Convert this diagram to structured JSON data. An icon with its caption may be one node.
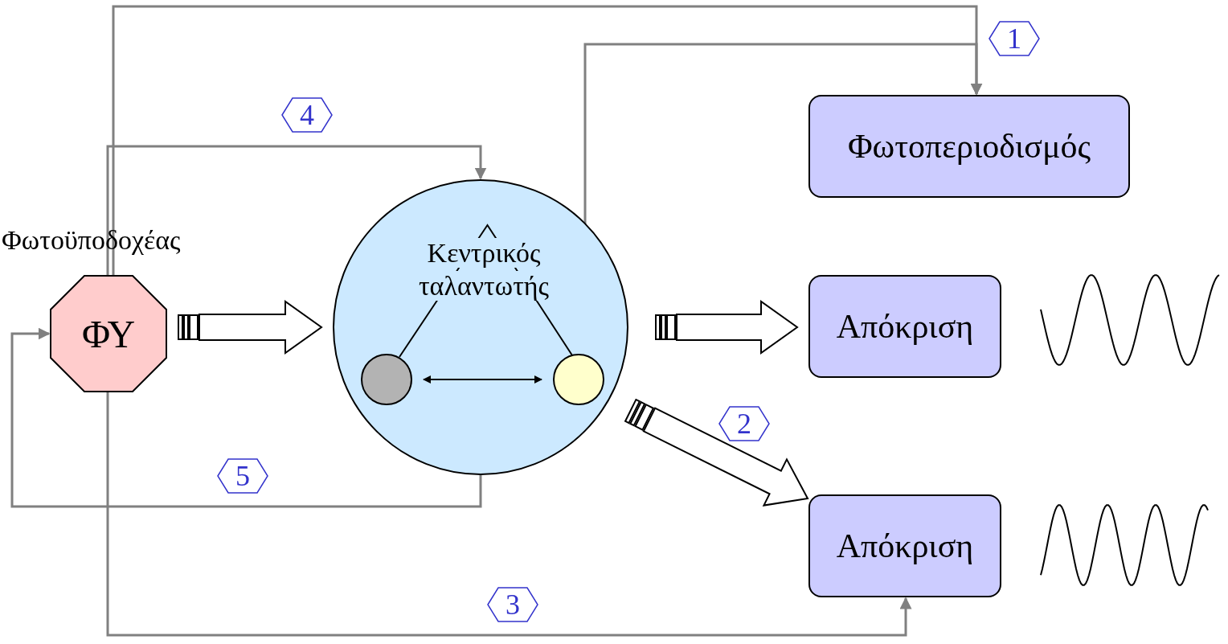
{
  "diagram": {
    "nodes": [
      {
        "text": [
          "Φωτοϋποδοχέας",
          "ΦΥ"
        ]
      },
      {
        "text": [
          "Κεντρικός ταλαντωτής"
        ]
      },
      {
        "text": [],
        "shape": "circle",
        "in": 1
      },
      {
        "text": [],
        "shape": "circle",
        "in": 1
      },
      {
        "text": [
          "Φωτοπεριοδισμός"
        ]
      },
      {
        "text": [
          "Απόκριση"
        ]
      },
      {
        "text": [
          "Απόκριση"
        ]
      },
      {
        "text": [
          "1"
        ]
      },
      {
        "text": [
          "4"
        ]
      },
      {
        "text": [
          "2"
        ]
      },
      {
        "text": [
          "5"
        ]
      },
      {
        "text": [
          "3"
        ]
      }
    ],
    "edges": [
      {
        "from": 0,
        "to": 1,
        "arrow": "to",
        "style": "thick",
        "color": "#000000"
      },
      {
        "from": 1,
        "to": 5,
        "arrow": "to",
        "style": "thick",
        "color": "#000000"
      },
      {
        "from": 1,
        "to": 6,
        "arrow": "to",
        "style": "thick",
        "color": "#000000"
      },
      {
        "from": 2,
        "to": 3,
        "arrow": "both",
        "color": "#000000"
      },
      {
        "from": 0,
        "to": 4,
        "arrow": "to"
      },
      {
        "from": 1,
        "to": 4,
        "arrow": "to"
      },
      {
        "from": 0,
        "to": 1,
        "arrow": "to"
      },
      {
        "from": 1,
        "to": 0,
        "arrow": "to"
      },
      {
        "from": 0,
        "to": 6,
        "arrow": "to"
      },
      {
        "from": 2,
        "to": 3,
        "arrow": "none",
        "color": "#000000"
      }
    ]
  }
}
